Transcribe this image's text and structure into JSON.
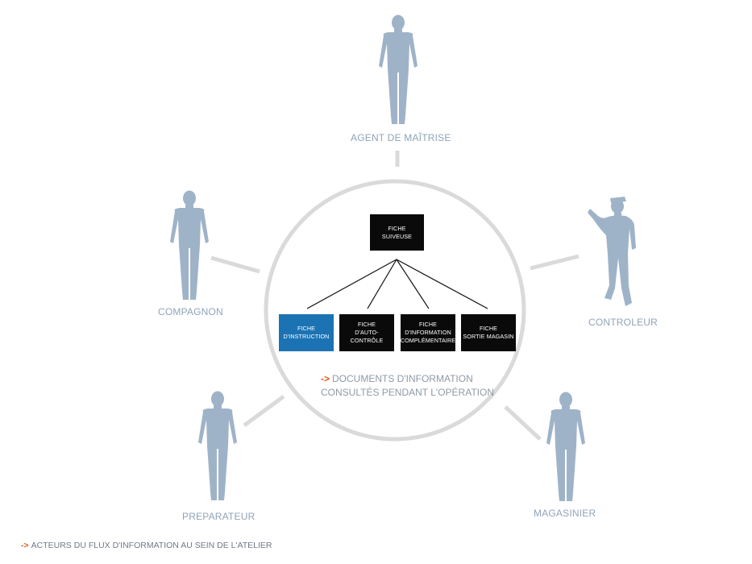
{
  "actors": [
    {
      "id": "agent",
      "label": "AGENT DE MAÎTRISE"
    },
    {
      "id": "compagnon",
      "label": "COMPAGNON"
    },
    {
      "id": "controleur",
      "label": "CONTROLEUR"
    },
    {
      "id": "preparateur",
      "label": "PREPARATEUR"
    },
    {
      "id": "magasinier",
      "label": "MAGASINIER"
    }
  ],
  "root_box": {
    "label": "FICHE\nSUIVEUSE"
  },
  "child_boxes": [
    {
      "label": "FICHE\nD'INSTRUCTION",
      "highlighted": true
    },
    {
      "label": "FICHE\nD'AUTO-CONTRÔLE",
      "highlighted": false
    },
    {
      "label": "FICHE\nD'INFORMATION\nCOMPLÉMENTAIRE",
      "highlighted": false
    },
    {
      "label": "FICHE\nSORTIE MAGASIN",
      "highlighted": false
    }
  ],
  "note": {
    "arrow": "->",
    "text": "DOCUMENTS D'INFORMATION CONSULTÉS PENDANT L'OPÉRATION"
  },
  "footer": {
    "arrow": "->",
    "text": "ACTEURS DU FLUX D'INFORMATION AU SEIN DE L'ATELIER"
  },
  "colors": {
    "figure": "#9fb3c8",
    "circle": "#dadada",
    "box": "#0a0a0a",
    "box_active": "#1c73b4",
    "accent_arrow": "#e0521c",
    "label": "#8fa3b8"
  }
}
